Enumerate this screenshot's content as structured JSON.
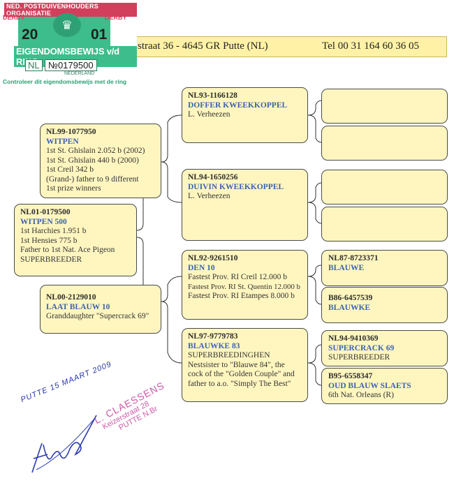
{
  "certificate": {
    "org": "NED. POSTDUIVENHOUDERS ORGANISATIE",
    "derby_left": "DERBY",
    "derby_right": "DERBY",
    "year_left": "20",
    "year_right": "01",
    "title": "EIGENDOMSBEWIJS v/d RING",
    "country_code": "NL",
    "ring_number": "№0179500",
    "country": "NEDERLAND",
    "control_text": "Controleer dit eigendomsbewijs met de ring"
  },
  "header": {
    "address": "straat 36 - 4645 GR  Putte (NL)",
    "tel": "Tel 00 31 164 60 36 05"
  },
  "pigeons": {
    "subject": {
      "ring": "NL01-0179500",
      "name": "WITPEN 500",
      "lines": [
        "1st Harchies 1.951 b",
        "1st Hensies 775 b",
        "Father to 1st Nat. Ace Pigeon",
        "SUPERBREEDER"
      ]
    },
    "sire": {
      "ring": "NL99-1077950",
      "name": "WITPEN",
      "lines": [
        "1st  St. Ghislain 2.052 b (2002)",
        "1st  St. Ghislain  440 b (2000)",
        "1st  Creil 342 b",
        "(Grand-) father to 9 different",
        "1st prize winners"
      ]
    },
    "dam": {
      "ring": "NL00-2129010",
      "name": "LAAT BLAUW 10",
      "lines": [
        "Granddaughter \"Supercrack 69\""
      ]
    },
    "sire_sire": {
      "ring": "NL93-1166128",
      "name": "DOFFER KWEEKKOPPEL",
      "lines": [
        "L. Verheezen"
      ]
    },
    "sire_dam": {
      "ring": "NL94-1650256",
      "name": "DUIVIN KWEEKKOPPEL",
      "lines": [
        "L. Verheezen"
      ]
    },
    "dam_sire": {
      "ring": "NL92-9261510",
      "name": "DEN 10",
      "lines": [
        "Fastest Prov. RI Creil 12.000 b",
        "Fastest  Prov. RI St. Quentin 12.000 b",
        "Fastest Prov. RI Etampes 8.000 b"
      ]
    },
    "dam_dam": {
      "ring": "NL97-9779783",
      "name": "BLAUWKE 83",
      "lines": [
        "SUPERBREEDINGHEN",
        "Nestsister to \"Blauwe 84\", the",
        "cock of the \"Golden Couple\" and",
        "father to a.o. \"Simply The Best\""
      ]
    },
    "g5": {
      "ring": "NL87-8723371",
      "name": "BLAUWE",
      "lines": []
    },
    "g6": {
      "ring": "B86-6457539",
      "name": "BLAUWKE",
      "lines": []
    },
    "g7": {
      "ring": "NL94-9410369",
      "name": "SUPERCRACK 69",
      "lines": [
        "SUPERBREEDER"
      ]
    },
    "g8": {
      "ring": "B95-6558347",
      "name": "OUD BLAUW SLAETS",
      "lines": [
        "6th Nat. Orleans (R)"
      ]
    }
  },
  "stamp": {
    "date": "PUTTE 15 MAART 2009",
    "line1": "L. CLAESSENS",
    "line2": "Keizerstraat 28",
    "line3": "PUTTE N.Br"
  },
  "colors": {
    "card_fill": "#fff6bf",
    "name_blue": "#3b62b0",
    "cert_green": "#3dbd8b",
    "stamp_pink": "#cc5aa8"
  }
}
